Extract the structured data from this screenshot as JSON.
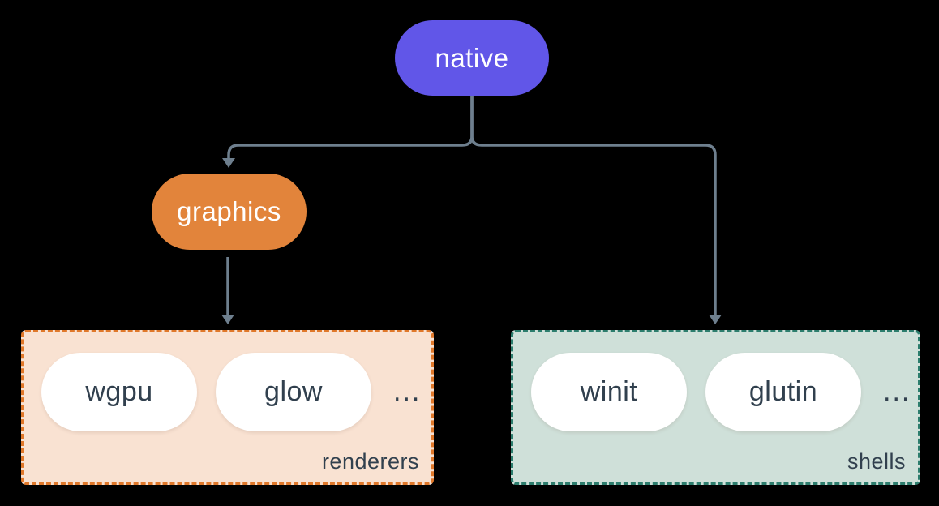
{
  "diagram": {
    "root_node": {
      "label": "native",
      "color": "#6156e8",
      "text_color": "#ffffff"
    },
    "graphics_node": {
      "label": "graphics",
      "color": "#e2843b",
      "text_color": "#ffffff"
    },
    "renderers_group": {
      "label": "renderers",
      "fill": "#f9e2d2",
      "border": "#e0782a",
      "items": [
        "wgpu",
        "glow",
        "..."
      ]
    },
    "shells_group": {
      "label": "shells",
      "fill": "#cfe0d9",
      "border": "#2c7d6d",
      "items": [
        "winit",
        "glutin",
        "..."
      ]
    },
    "text_color": "#31404e",
    "connector_color": "#6e7f8e",
    "background": "#000000"
  }
}
